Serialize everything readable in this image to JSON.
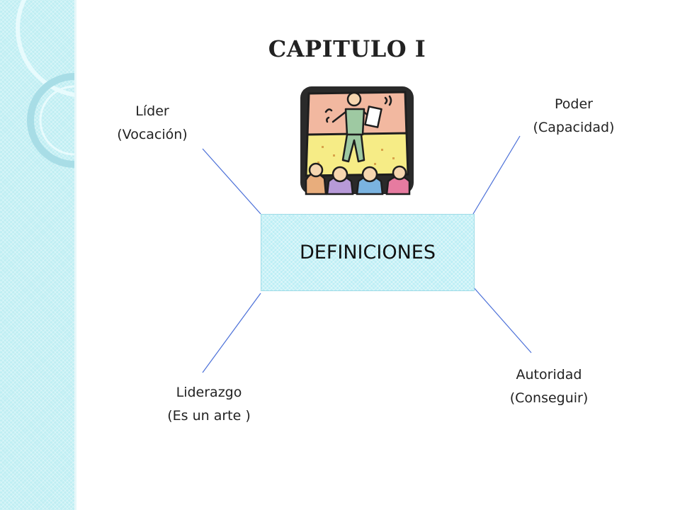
{
  "title": "CAPITULO I",
  "center": {
    "label": "DEFINICIONES"
  },
  "nodes": {
    "lider": {
      "line1": "Líder",
      "line2": "(Vocación)"
    },
    "poder": {
      "line1": "Poder",
      "line2": "(Capacidad)"
    },
    "liderazgo": {
      "line1": "Liderazgo",
      "line2": "(Es un arte )"
    },
    "autoridad": {
      "line1": "Autoridad",
      "line2": "(Conseguir)"
    }
  },
  "colors": {
    "connector": "#4a6fd8",
    "band": "#bfeef3",
    "box": "#bdeef5"
  },
  "images": {
    "clipart": "presenter-with-audience-clipart"
  }
}
